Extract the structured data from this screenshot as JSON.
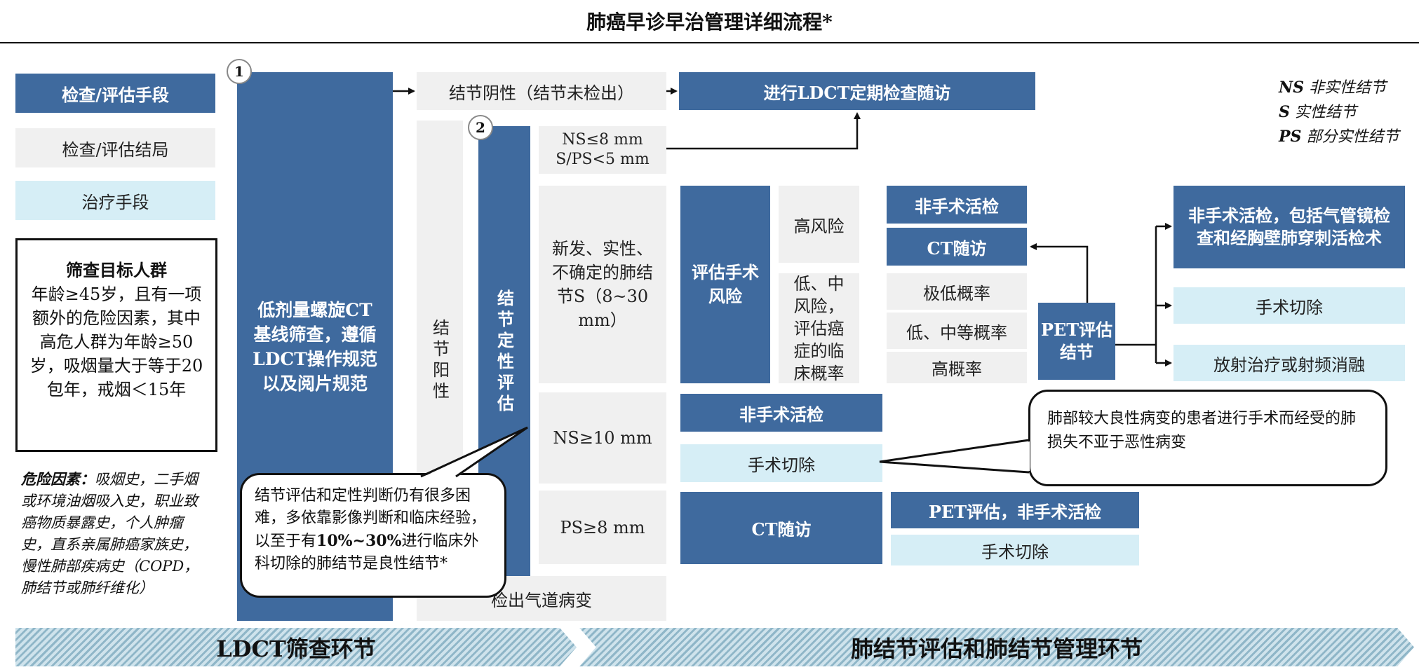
{
  "title": "肺癌早诊早治管理详细流程*",
  "legend_left": {
    "exam_method": "检查/评估手段",
    "exam_result": "检查/评估结局",
    "treatment": "治疗手段"
  },
  "legend_right": [
    {
      "abbr": "NS",
      "desc": "非实性结节"
    },
    {
      "abbr": "S",
      "desc": "实性结节"
    },
    {
      "abbr": "PS",
      "desc": "部分实性结节"
    }
  ],
  "target": {
    "heading": "筛查目标人群",
    "body": "年龄≥45岁，且有一项额外的危险因素，其中高危人群为年龄≥50岁，吸烟量大于等于20包年，戒烟＜15年"
  },
  "risk": {
    "label": "危险因素：",
    "text": "吸烟史，二手烟或环境油烟吸入史，职业致癌物质暴露史，个人肿瘤史，直系亲属肺癌家族史，慢性肺部疾病史（COPD，肺结节或肺纤维化）"
  },
  "badges": {
    "b1": "1",
    "b2": "2"
  },
  "ldct": "低剂量螺旋CT基线筛查，遵循LDCT操作规范以及阅片规范",
  "nodule_positive": "结节阳性",
  "nodule_negative": "结节阴性（结节未检出）",
  "ldct_followup": "进行LDCT定期检查随访",
  "qualitative": "结节定性评估",
  "ns8": {
    "line1": "NS≤8 mm",
    "line2": "S/PS<5 mm"
  },
  "new_solid": "新发、实性、不确定的肺结节S（8~30 mm）",
  "ns10": "NS≥10 mm",
  "ps8": "PS≥8 mm",
  "airway": "检出气道病变",
  "assess_risk": "评估手术风险",
  "high_risk": "高风险",
  "low_mid": "低、中风险，评估癌症的临床概率",
  "nonsurg_biopsy": "非手术活检",
  "ct_followup": "CT随访",
  "very_low": "极低概率",
  "low_medium": "低、中等概率",
  "high_prob": "高概率",
  "pet": "PET评估结节",
  "nonsurg_full": "非手术活检，包括气管镜检查和经胸壁肺穿刺活检术",
  "surg_resection": "手术切除",
  "radiotherapy": "放射治疗或射频消融",
  "ns10_biopsy": "非手术活检",
  "ns10_resection": "手术切除",
  "ps8_ct": "CT随访",
  "ps8_pet": "PET评估，非手术活检",
  "ps8_resection": "手术切除",
  "callout_left": {
    "text1": "结节评估和定性判断仍有很多困难，多依靠影像判断和临床经验，以至于有",
    "bold": "10%~30%",
    "text2": "进行临床外科切除的肺结节是良性结节*"
  },
  "callout_right": "肺部较大良性病变的患者进行手术而经受的肺损失不亚于恶性病变",
  "stage_ldct": "LDCT筛查环节",
  "stage_mgmt": "肺结节评估和肺结节管理环节",
  "colors": {
    "dark": "#3f6a9e",
    "gray": "#f0f0f0",
    "light": "#d6eef6"
  }
}
